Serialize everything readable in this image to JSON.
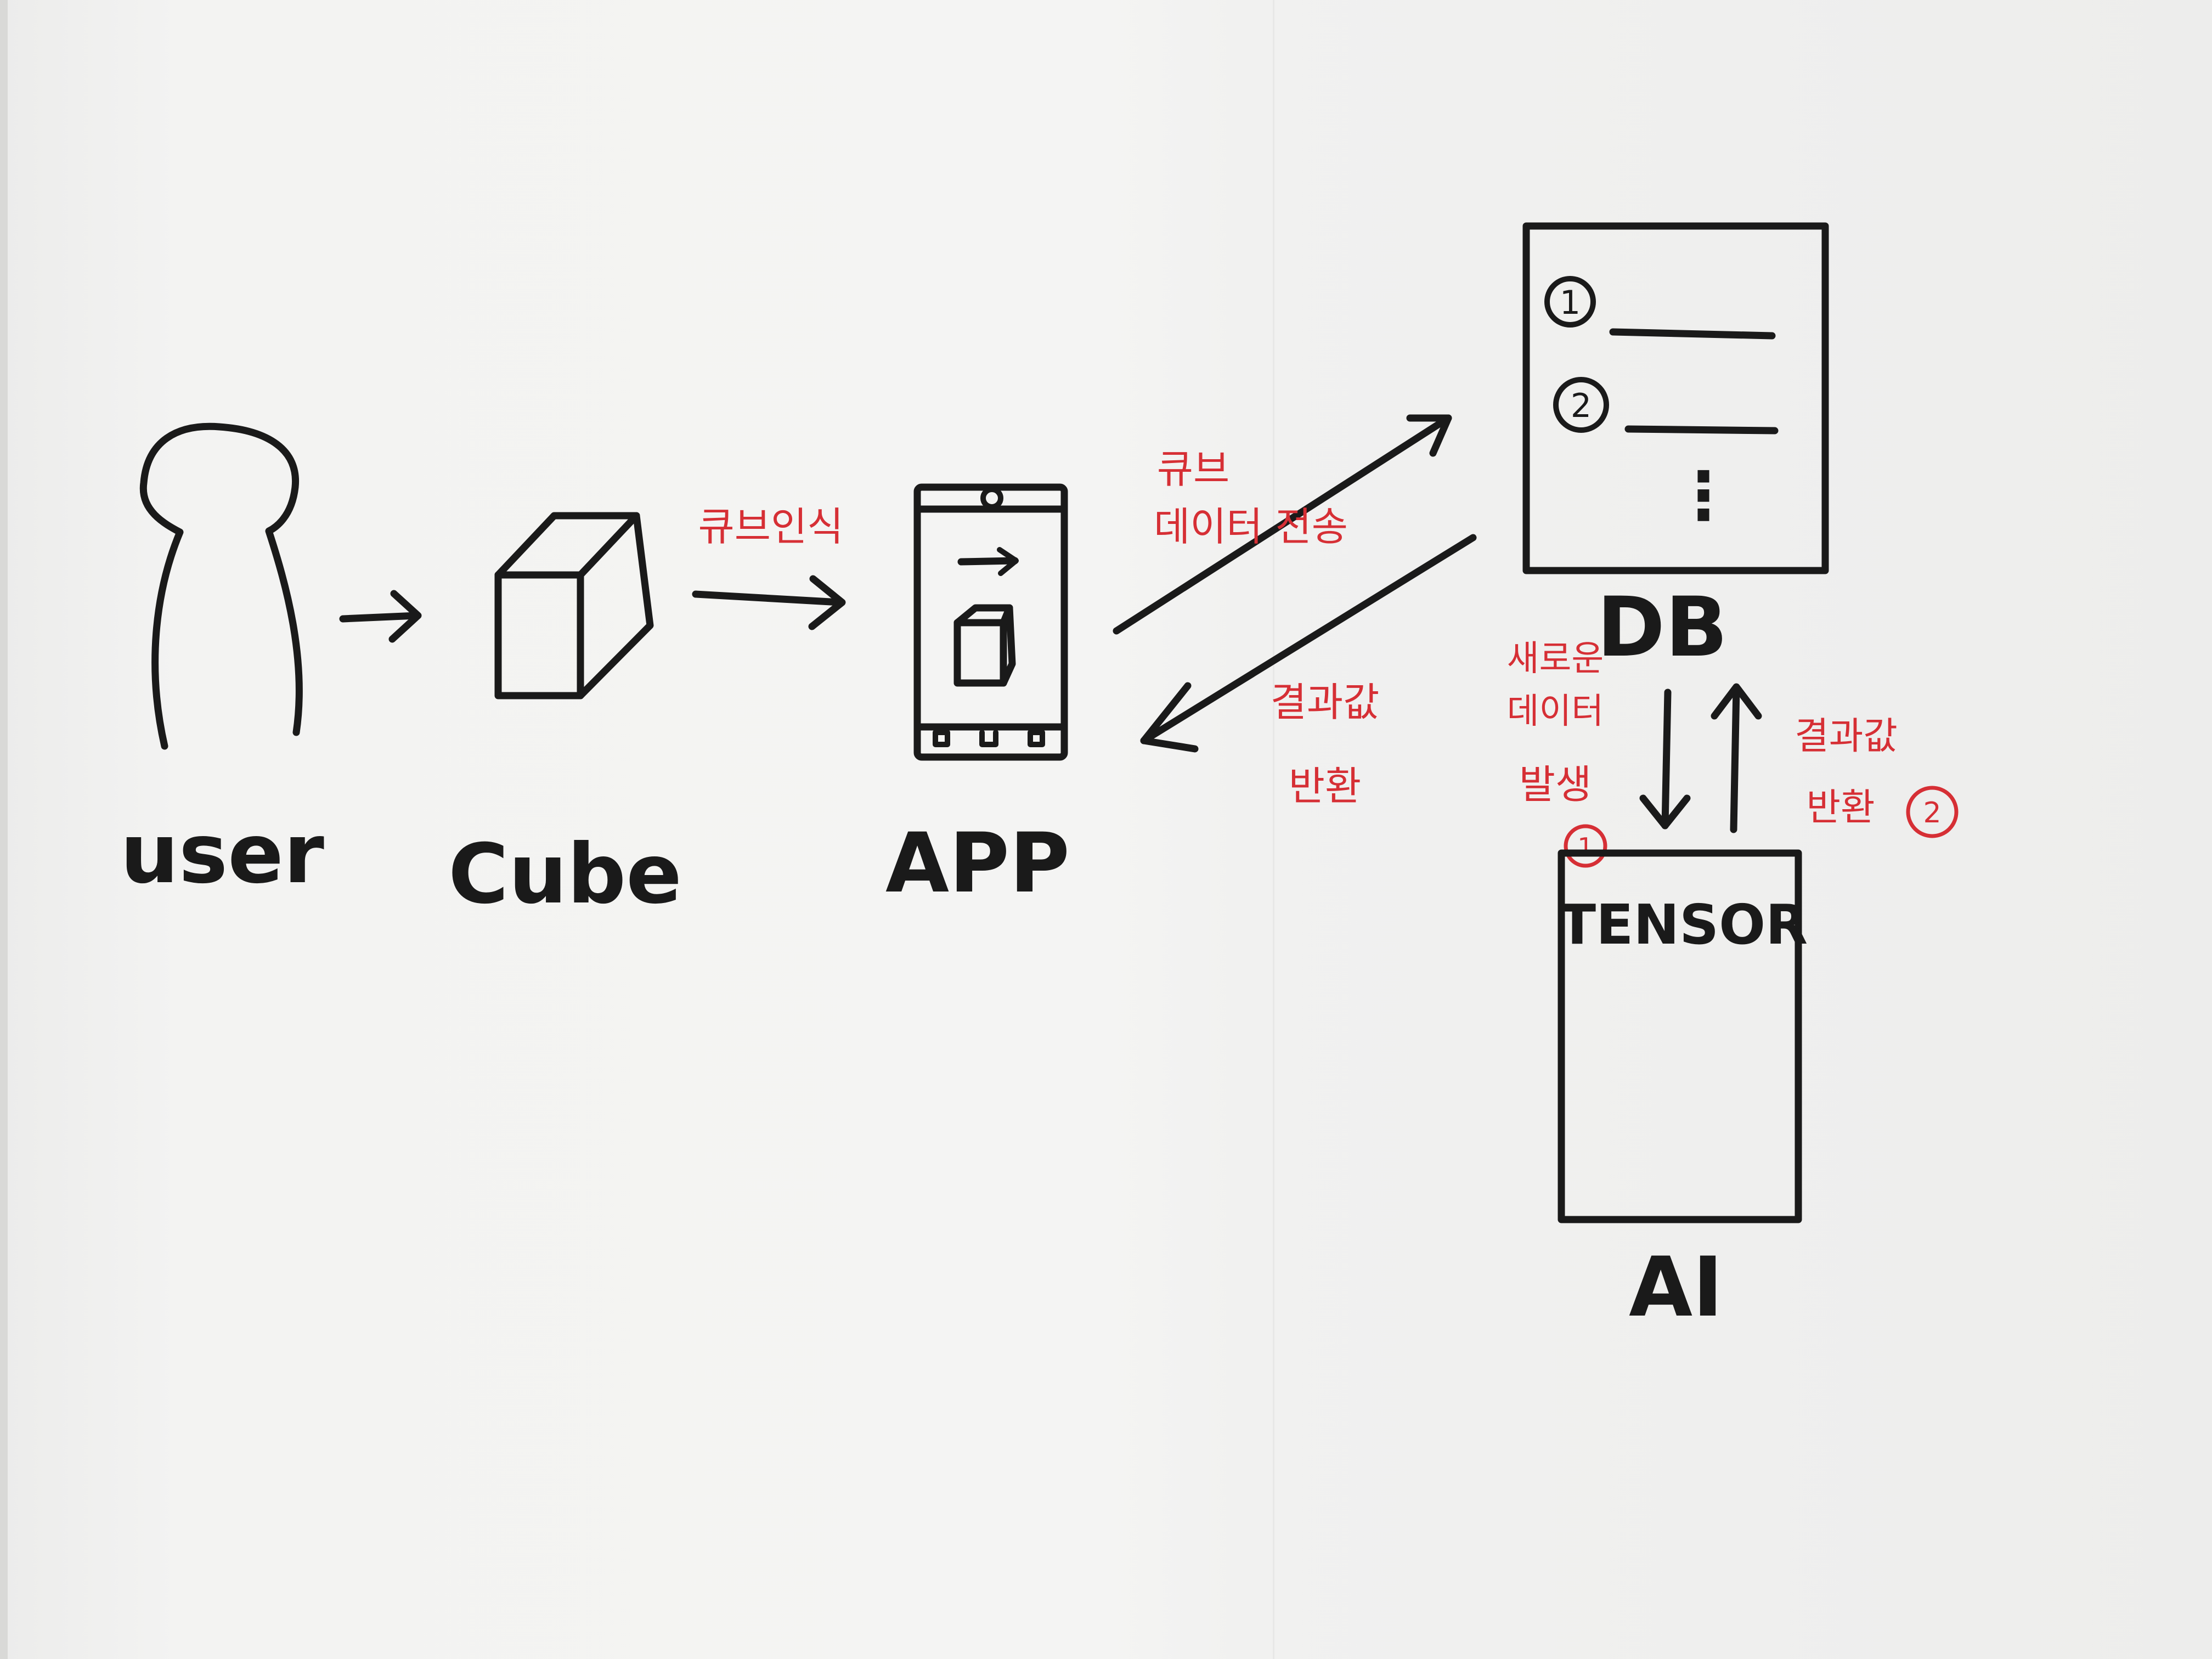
{
  "nodes": {
    "user": "user",
    "cube": "Cube",
    "app": "APP",
    "db": "DB",
    "ai": "AI",
    "tensor": "TENSOR"
  },
  "edges": {
    "user_to_cube": "",
    "cube_to_app": "큐브인식",
    "app_to_db": [
      "큐브",
      "데이터 전송"
    ],
    "db_to_app": [
      "결과값",
      "반환"
    ],
    "db_to_ai": [
      "새로운",
      "데이터",
      "발생"
    ],
    "db_to_ai_number": "1",
    "ai_to_db": [
      "결과값",
      "반환"
    ],
    "ai_to_db_number": "2"
  },
  "db_list": {
    "markers": [
      "1",
      "2"
    ],
    "more": "⋮"
  },
  "colors": {
    "ink": "#1a1a1a",
    "annotation": "#d62f35",
    "paper": "#f4f4f3"
  }
}
